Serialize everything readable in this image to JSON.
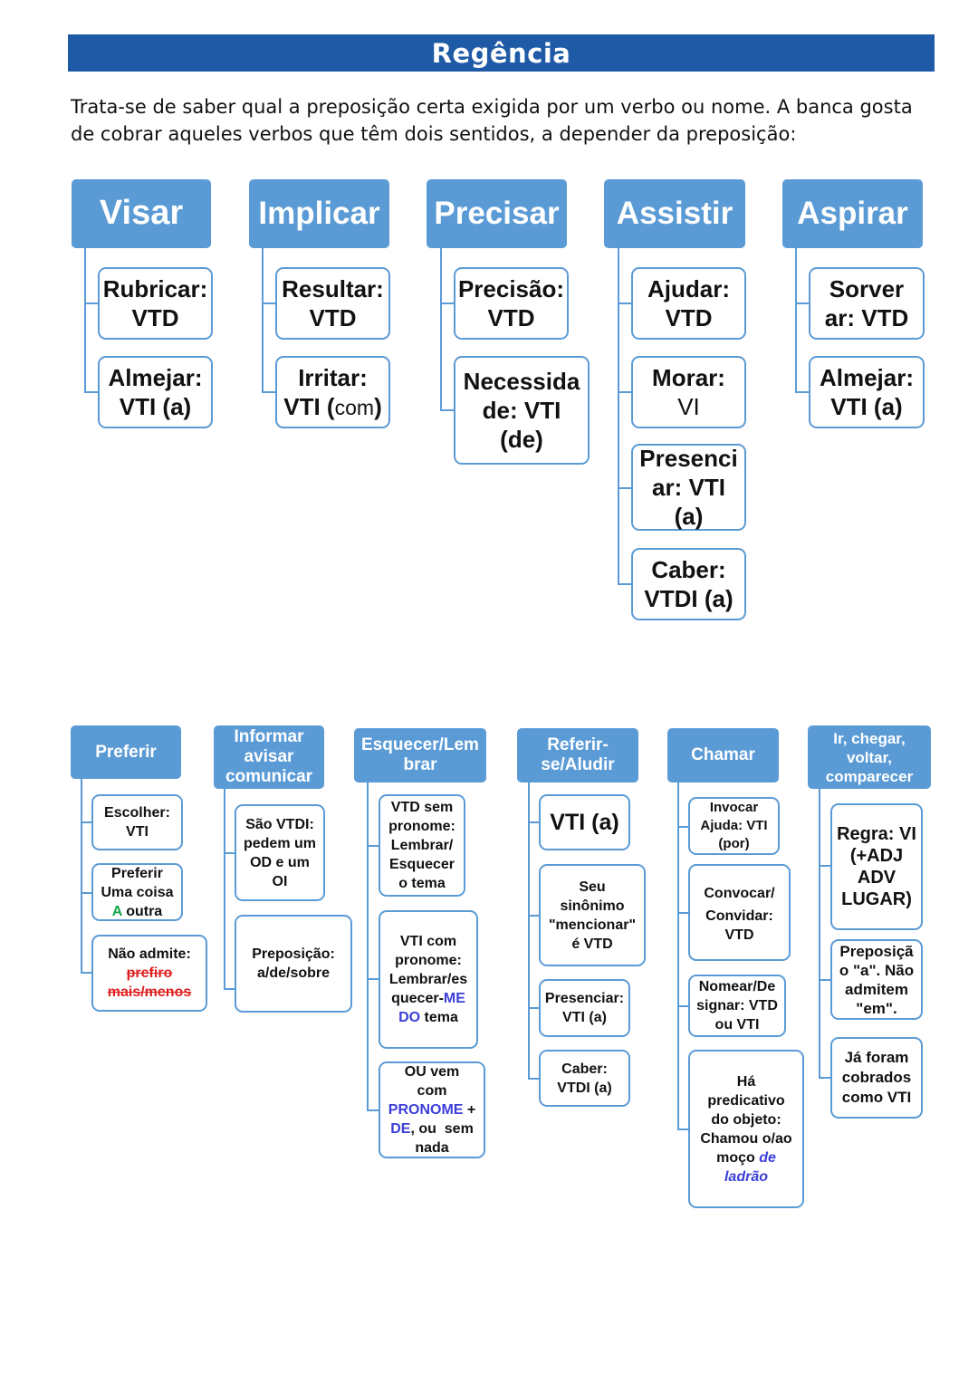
{
  "title": "Regência",
  "intro": "Trata-se de saber qual a preposição certa exigida por um verbo ou nome. A banca gosta de cobrar aqueles verbos que têm dois sentidos, a depender da preposição:",
  "top": {
    "visar": {
      "head": "Visar",
      "leaf1": [
        "Rubricar:",
        "VTD"
      ],
      "leaf2": [
        "Almejar:",
        "VTI (a)"
      ]
    },
    "implicar": {
      "head": "Implicar",
      "leaf1": [
        "Resultar:",
        "VTD"
      ],
      "leaf2": [
        "Irritar:",
        "VTI (",
        "com",
        ")"
      ]
    },
    "precisar": {
      "head": "Precisar",
      "leaf1": [
        "Precisão:",
        "VTD"
      ],
      "leaf2": [
        "Necessida",
        "de: VTI",
        "(de)"
      ]
    },
    "assistir": {
      "head": "Assistir",
      "leaf1": [
        "Ajudar:",
        "VTD"
      ],
      "leaf2": [
        "Morar:",
        "VI"
      ],
      "leaf3": [
        "Presenci",
        "ar: VTI",
        "(a)"
      ],
      "leaf4": [
        "Caber:",
        "VTDI (a)"
      ]
    },
    "aspirar": {
      "head": "Aspirar",
      "leaf1": [
        "Sorver",
        "ar: VTD"
      ],
      "leaf2": [
        "Almejar:",
        "VTI (a)"
      ]
    }
  },
  "bottom": {
    "preferir": {
      "head": "Preferir",
      "leaf1": [
        "Escolher:",
        "VTI"
      ],
      "leaf2": {
        "l1": "Preferir",
        "l2": "Uma coisa",
        "l3a": "A",
        "l3b": " outra"
      },
      "leaf3": {
        "l1": "Não admite:",
        "l2": "prefiro",
        "l3": "mais/menos"
      }
    },
    "informar": {
      "head": [
        "Informar",
        "avisar",
        "comunicar"
      ],
      "leaf1": [
        "São VTDI:",
        "pedem um",
        "OD e um",
        "OI"
      ],
      "leaf2": [
        "Preposição:",
        "a/de/sobre"
      ]
    },
    "esquecer": {
      "head": [
        "Esquecer/Lem",
        "brar"
      ],
      "leaf1": [
        "VTD sem",
        "pronome:",
        "Lembrar/",
        "Esquecer",
        "o tema"
      ],
      "leaf2": {
        "l1": "VTI com",
        "l2": "pronome:",
        "l3": "Lembrar/es",
        "l4a": "quecer-",
        "l4b": "ME",
        "l5a": "DO",
        "l5b": " tema"
      },
      "leaf3": {
        "l1": "OU vem",
        "l2": "com",
        "l3a": "PRONOME",
        "l3b": " +",
        "l4a": "DE",
        "l4b": ", ou  sem",
        "l5": "nada"
      }
    },
    "referir": {
      "head": [
        "Referir-",
        "se/Aludir"
      ],
      "leaf1": [
        "VTI (a)"
      ],
      "leaf2": [
        "Seu",
        "sinônimo",
        "\"mencionar\"",
        "é VTD"
      ],
      "leaf3": [
        "Presenciar:",
        "VTI (a)"
      ],
      "leaf4": [
        "Caber:",
        "VTDI (a)"
      ]
    },
    "chamar": {
      "head": "Chamar",
      "leaf1": [
        "Invocar",
        "Ajuda: VTI",
        "(por)"
      ],
      "leaf2": [
        "Convocar/",
        "Convidar:",
        "VTD"
      ],
      "leaf3": [
        "Nomear/De",
        "signar: VTD",
        "ou VTI"
      ],
      "leaf4": {
        "l1": "Há",
        "l2": "predicativo",
        "l3": "do objeto:",
        "l4": "Chamou o/ao",
        "l5a": "moço ",
        "l5b": "de",
        "l6": "ladrão"
      }
    },
    "ir": {
      "head": [
        "Ir, chegar,",
        "voltar,",
        "comparecer"
      ],
      "leaf1": [
        "Regra: VI",
        "(+ADJ",
        "ADV",
        "LUGAR)"
      ],
      "leaf2": [
        "Preposiçã",
        "o \"a\". Não",
        "admitem",
        "\"em\"."
      ],
      "leaf3": [
        "Já foram",
        "cobrados",
        "como VTI"
      ]
    }
  }
}
